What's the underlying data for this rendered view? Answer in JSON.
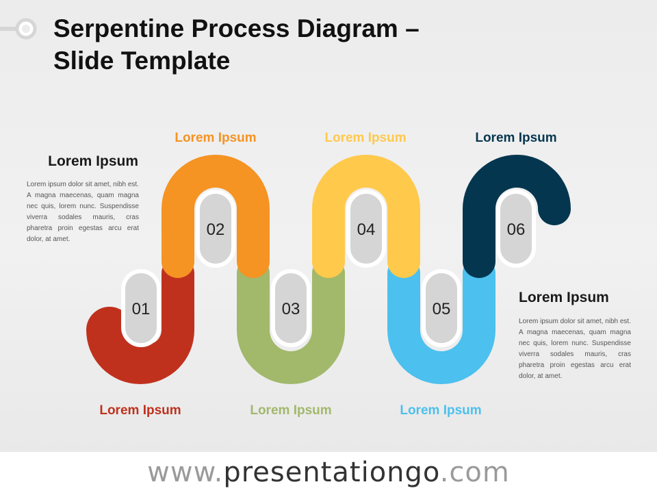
{
  "title_line1": "Serpentine Process Diagram –",
  "title_line2": "Slide Template",
  "colors": {
    "step1": "#C0311D",
    "step2": "#F59323",
    "step3": "#A2B86B",
    "step4": "#FFC94C",
    "step5": "#4CC0EE",
    "step6": "#05364F",
    "pill": "#D5D5D5"
  },
  "steps": [
    {
      "number": "01",
      "label": "Lorem Ipsum"
    },
    {
      "number": "02",
      "label": "Lorem Ipsum"
    },
    {
      "number": "03",
      "label": "Lorem Ipsum"
    },
    {
      "number": "04",
      "label": "Lorem Ipsum"
    },
    {
      "number": "05",
      "label": "Lorem Ipsum"
    },
    {
      "number": "06",
      "label": "Lorem Ipsum"
    }
  ],
  "left_note": {
    "heading": "Lorem Ipsum",
    "body": "Lorem ipsum dolor sit amet, nibh est. A magna maecenas, quam magna nec quis, lorem nunc. Suspendisse viverra sodales mauris, cras pharetra proin egestas arcu erat dolor, at amet."
  },
  "right_note": {
    "heading": "Lorem Ipsum",
    "body": "Lorem ipsum dolor sit amet, nibh est. A magna maecenas, quam magna nec quis, lorem nunc. Suspendisse viverra sodales mauris, cras pharetra proin egestas arcu erat dolor, at amet."
  },
  "footer": {
    "prefix": "www.",
    "main": "presentationgo",
    "suffix": ".com"
  }
}
